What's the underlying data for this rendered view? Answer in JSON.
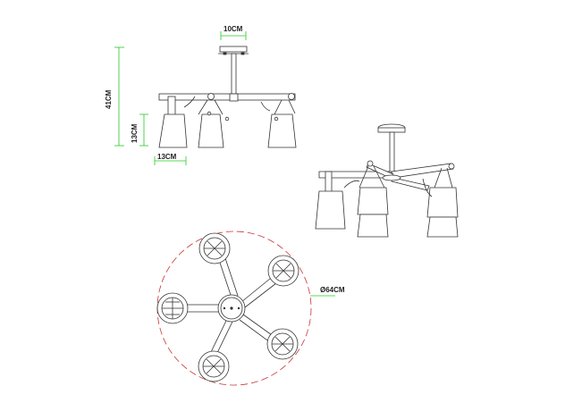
{
  "diagram": {
    "type": "product-dimension-drawing",
    "subject": "5-arm ceiling chandelier with shades",
    "views": [
      "side-elevation",
      "perspective",
      "top-plan"
    ],
    "colors": {
      "line": "#333333",
      "dimension": "#22cc22",
      "diameter_circle": "#cc3333",
      "background": "#ffffff"
    }
  },
  "dimensions": {
    "canopy_width": "10CM",
    "total_height": "41CM",
    "shade_height": "13CM",
    "shade_width": "13CM",
    "diameter": "Ø64CM"
  }
}
